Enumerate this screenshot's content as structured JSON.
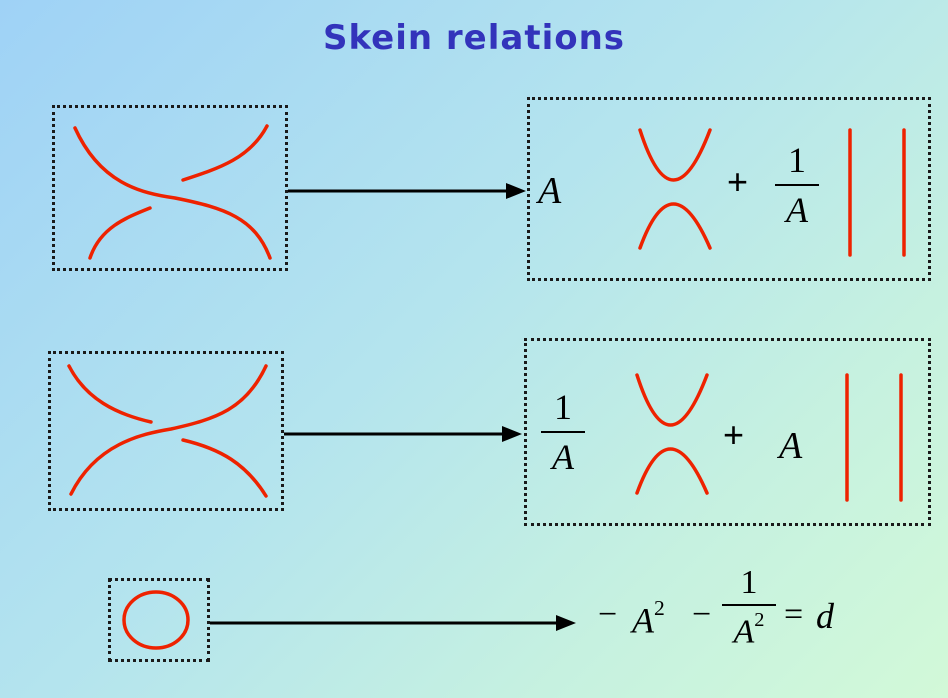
{
  "title": "Skein relations",
  "colors": {
    "title": "#3333bb",
    "strand": "#ee2200",
    "ink": "#000000",
    "background_start": "#9fd2f6",
    "background_end": "#d2f9d8"
  },
  "rows": [
    {
      "crossing": "positive",
      "terms": [
        {
          "coefficient": "A",
          "resolution": "horizontal-smoothing"
        },
        {
          "operator": "+"
        },
        {
          "coefficient_numerator": "1",
          "coefficient_denominator": "A",
          "resolution": "vertical-smoothing"
        }
      ]
    },
    {
      "crossing": "negative",
      "terms": [
        {
          "coefficient_numerator": "1",
          "coefficient_denominator": "A",
          "resolution": "horizontal-smoothing"
        },
        {
          "operator": "+"
        },
        {
          "coefficient": "A",
          "resolution": "vertical-smoothing"
        }
      ]
    },
    {
      "crossing": "unknot",
      "formula": {
        "minus1": "−",
        "base1": "A",
        "exp1": "2",
        "minus2": "−",
        "num": "1",
        "den_base": "A",
        "den_exp": "2",
        "equals": "=",
        "rhs": "d"
      }
    }
  ]
}
